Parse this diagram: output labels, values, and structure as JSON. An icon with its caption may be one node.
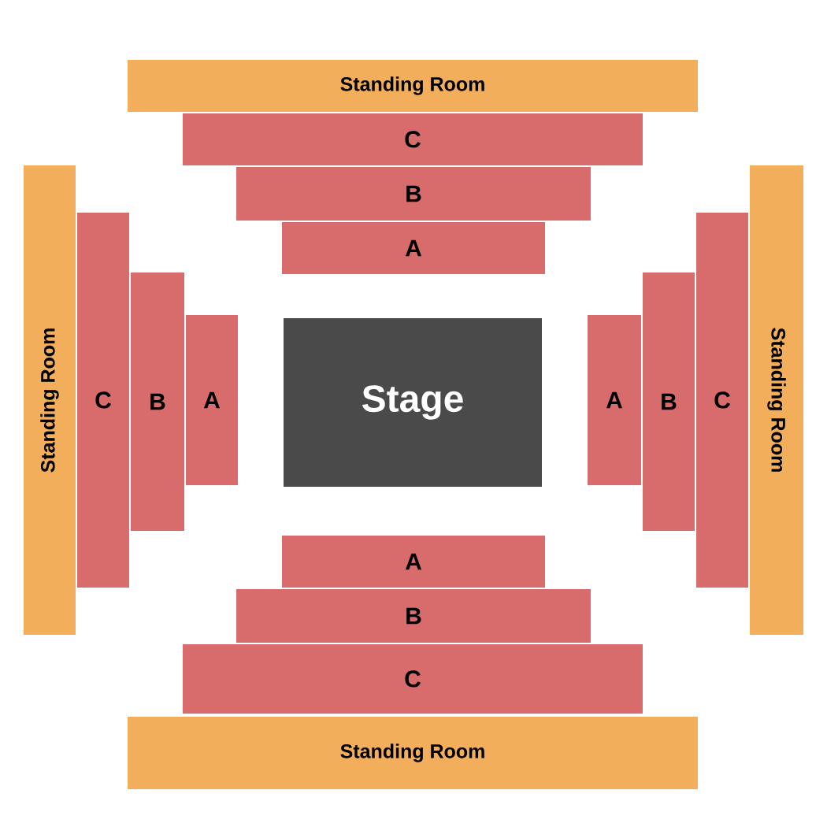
{
  "diagram": {
    "nodes": [
      {
        "text": [
          "Standing Room"
        ]
      },
      {
        "text": [
          "C"
        ]
      },
      {
        "text": [
          "B"
        ]
      },
      {
        "text": [
          "A"
        ]
      },
      {
        "text": [
          "Standing Room"
        ]
      },
      {
        "text": [
          "C"
        ]
      },
      {
        "text": [
          "B"
        ]
      },
      {
        "text": [
          "A"
        ]
      },
      {
        "text": [
          "Stage"
        ]
      },
      {
        "text": [
          "A"
        ]
      },
      {
        "text": [
          "B"
        ]
      },
      {
        "text": [
          "C"
        ]
      },
      {
        "text": [
          "Standing Room"
        ]
      },
      {
        "text": [
          "A"
        ]
      },
      {
        "text": [
          "B"
        ]
      },
      {
        "text": [
          "C"
        ]
      },
      {
        "text": [
          "Standing Room"
        ]
      }
    ]
  }
}
